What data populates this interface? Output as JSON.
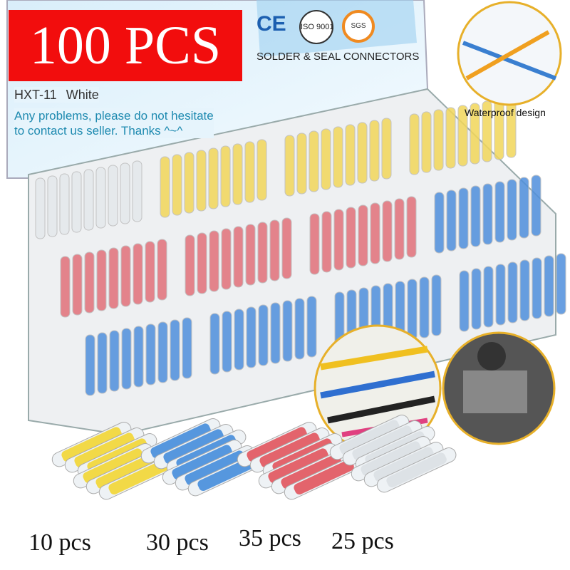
{
  "banner": {
    "label": "100 PCS",
    "color": "#f20d0d"
  },
  "lid": {
    "table_row": {
      "model": "HXT-11",
      "color": "White"
    },
    "note_line1": "Any problems, please do not hesitate",
    "note_line2": "to contact us seller. Thanks ^~^",
    "brand": "SOLDER & SEAL CONNECTORS",
    "certs": [
      "CE",
      "ISO 9001",
      "SGS"
    ]
  },
  "callout": {
    "label": "Waterproof design"
  },
  "counts": [
    {
      "label": "10 pcs",
      "color": "#f2d21b"
    },
    {
      "label": "30 pcs",
      "color": "#2f7fd8"
    },
    {
      "label": "35 pcs",
      "color": "#e0404a"
    },
    {
      "label": "25 pcs",
      "color": "#d8dde2"
    }
  ],
  "tube_colors": {
    "yellow": "#f2d75a",
    "red": "#e2707a",
    "blue": "#4f8fdc",
    "clear": "#e4e8ec"
  }
}
